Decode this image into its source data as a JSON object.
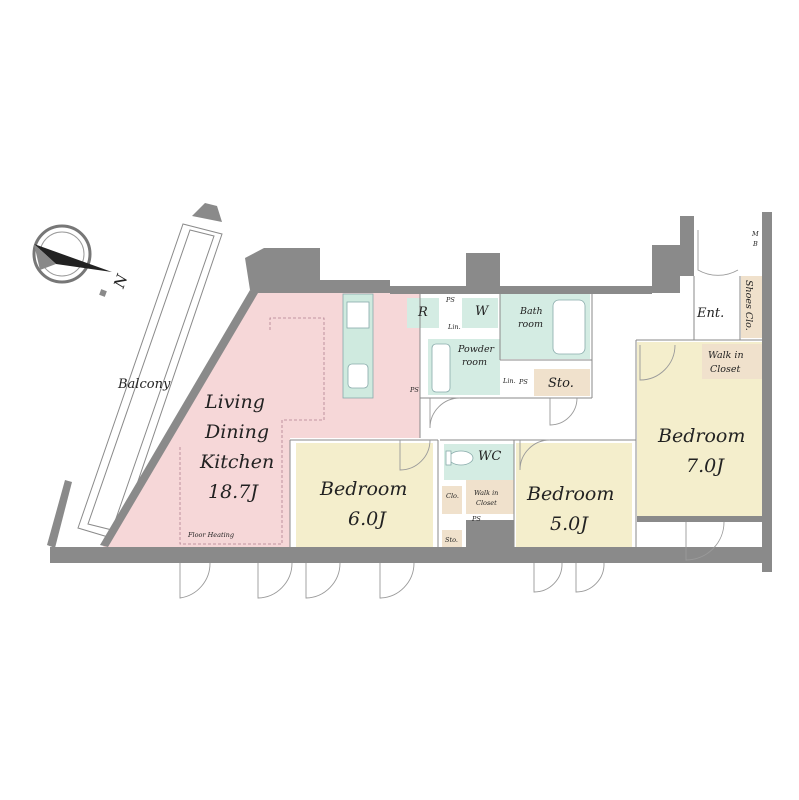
{
  "compass": {
    "north_label": "N"
  },
  "balcony": {
    "label": "Balcony"
  },
  "ldk": {
    "line1": "Living",
    "line2": "Dining",
    "line3": "Kitchen",
    "size": "18.7J",
    "heating": "Floor Heating"
  },
  "bedroom_a": {
    "name": "Bedroom",
    "size": "6.0J"
  },
  "bedroom_b": {
    "name": "Bedroom",
    "size": "5.0J"
  },
  "bedroom_c": {
    "name": "Bedroom",
    "size": "7.0J"
  },
  "bath": {
    "line1": "Bath",
    "line2": "room"
  },
  "powder": {
    "line1": "Powder",
    "line2": "room"
  },
  "fridge": {
    "label": "R"
  },
  "washer": {
    "label": "W"
  },
  "ps_labels": [
    "PS",
    "PS",
    "PS",
    "PS"
  ],
  "linen": [
    "Lin.",
    "Lin."
  ],
  "storage": {
    "label": "Sto."
  },
  "storage_small": {
    "label": "Sto."
  },
  "wc": {
    "label": "WC"
  },
  "closet": {
    "label": "Clo."
  },
  "walkin_small": {
    "line1": "Walk in",
    "line2": "Closet"
  },
  "walkin_large": {
    "line1": "Walk in",
    "line2": "Closet"
  },
  "entrance": {
    "label": "Ent."
  },
  "shoes": {
    "label": "Shoes Clo."
  },
  "mb": {
    "line1": "M",
    "line2": "B"
  },
  "colors": {
    "ldk": "#f6d7d8",
    "bedroom": "#f4eecc",
    "wet": "#d4ece3",
    "storage": "#f0e1cc",
    "wall": "#8a8a8a"
  }
}
